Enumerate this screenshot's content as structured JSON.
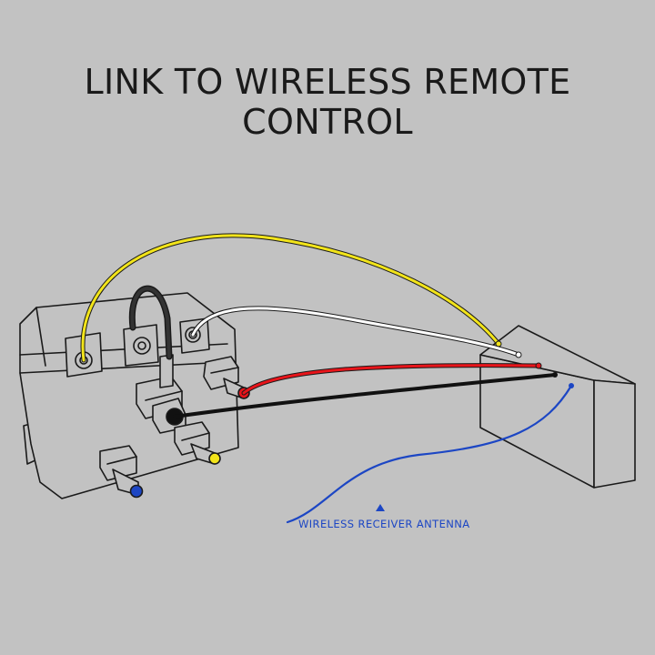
{
  "title": "LINK TO WIRELESS REMOTE CONTROL",
  "antenna_label": "WIRELESS RECEIVER ANTENNA",
  "colors": {
    "background": "#c2c2c2",
    "outline": "#1a1a1a",
    "wire_yellow": "#f2e41a",
    "wire_white": "#ffffff",
    "wire_red": "#e8141a",
    "wire_black": "#111111",
    "wire_blue": "#1c46c4",
    "terminal_yellow": "#f2e41a",
    "terminal_blue": "#1c46c4",
    "terminal_red": "#e8141a"
  },
  "wires": [
    "yellow",
    "white",
    "red",
    "black",
    "blue-antenna",
    "black-jumper"
  ]
}
